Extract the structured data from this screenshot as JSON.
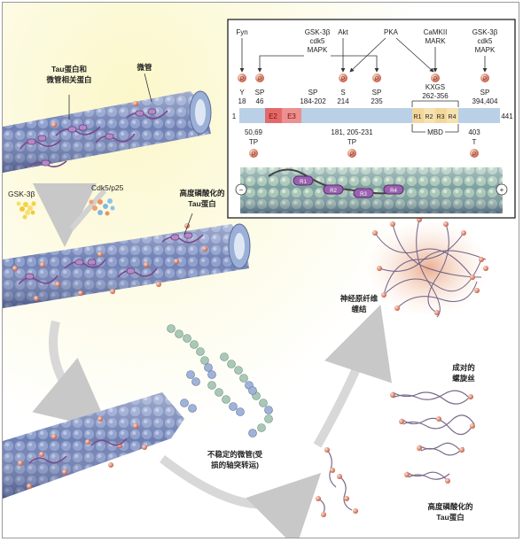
{
  "labels": {
    "tau_map": "Tau蛋白和\n微管相关蛋白",
    "microtubule": "微管",
    "gsk3b": "GSK-3β",
    "cdk5p25": "Cdk5/p25",
    "hyper_tau_top": "高度磷酸化的\nTau蛋白",
    "unstable_mt": "不稳定的微管(受\n损的轴突转运)",
    "nft": "神经原纤维\n缠结",
    "phf": "成对的\n螺旋丝",
    "hyper_tau_bottom": "高度磷酸化的\nTau蛋白"
  },
  "inset": {
    "kinases": [
      "Fyn",
      "GSK-3β\ncdk5\nMAPK",
      "Akt",
      "PKA",
      "CaMKII\nMARK",
      "GSK-3β\ncdk5\nMAPK"
    ],
    "top_sites": [
      {
        "aa": "Y",
        "num": "18"
      },
      {
        "aa": "SP",
        "num": "46"
      },
      {
        "aa": "SP",
        "num": "184-202"
      },
      {
        "aa": "S",
        "num": "214"
      },
      {
        "aa": "SP",
        "num": "235"
      },
      {
        "aa": "KXGS",
        "num": "262-356"
      },
      {
        "aa": "SP",
        "num": "394,404"
      }
    ],
    "phospho": "P",
    "domains": [
      "E2",
      "E3",
      "R1",
      "R2",
      "R3",
      "R4"
    ],
    "start": "1",
    "end": "441",
    "bottom_sites": [
      {
        "num": "50,69",
        "aa": "TP"
      },
      {
        "num": "181, 205-231",
        "aa": "TP"
      },
      {
        "num": "403",
        "aa": "T"
      }
    ],
    "mbd": "MBD",
    "minus": "−",
    "plus": "+",
    "repeat_labels": [
      "R1",
      "R2",
      "R3",
      "R4"
    ]
  }
}
